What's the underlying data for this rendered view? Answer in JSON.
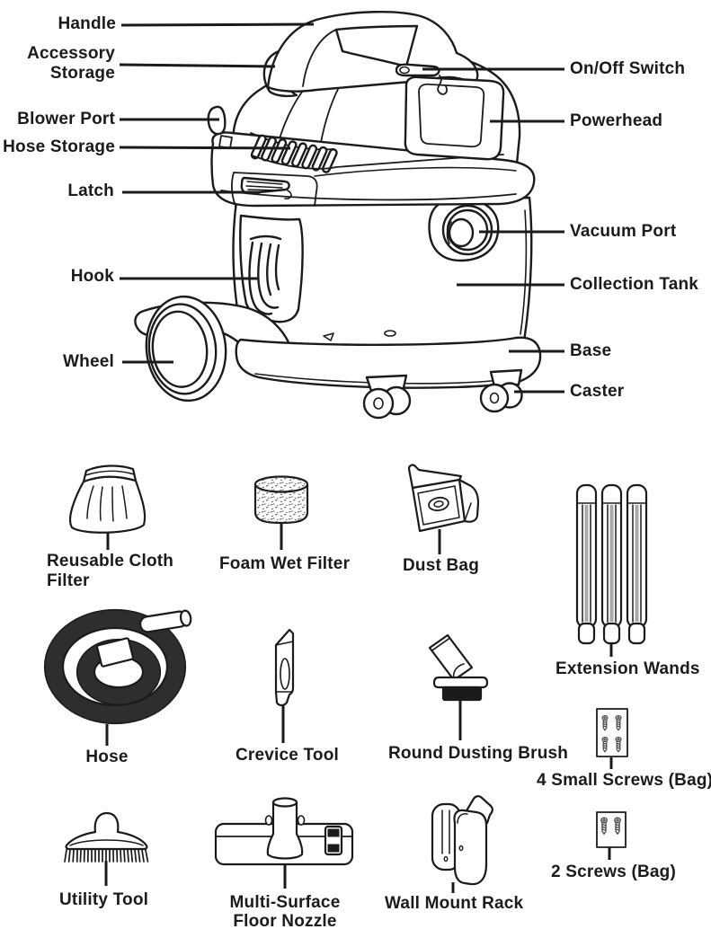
{
  "page": {
    "background": "#ffffff",
    "line_color": "#1b1b1b"
  },
  "vacuum_diagram": {
    "left_labels": [
      {
        "id": "handle",
        "text": "Handle"
      },
      {
        "id": "accessory-storage",
        "text": "Accessory Storage"
      },
      {
        "id": "blower-port",
        "text": "Blower Port"
      },
      {
        "id": "hose-storage",
        "text": "Hose Storage"
      },
      {
        "id": "latch",
        "text": "Latch"
      },
      {
        "id": "hook",
        "text": "Hook"
      },
      {
        "id": "wheel",
        "text": "Wheel"
      }
    ],
    "right_labels": [
      {
        "id": "on-off-switch",
        "text": "On/Off Switch"
      },
      {
        "id": "powerhead",
        "text": "Powerhead"
      },
      {
        "id": "vacuum-port",
        "text": "Vacuum Port"
      },
      {
        "id": "collection-tank",
        "text": "Collection Tank"
      },
      {
        "id": "base",
        "text": "Base"
      },
      {
        "id": "caster",
        "text": "Caster"
      }
    ]
  },
  "accessories": [
    {
      "id": "reusable-cloth-filter",
      "icon": "cloth-filter-icon",
      "name": "Reusable Cloth Filter"
    },
    {
      "id": "foam-wet-filter",
      "icon": "foam-filter-icon",
      "name": "Foam Wet Filter"
    },
    {
      "id": "dust-bag",
      "icon": "dust-bag-icon",
      "name": "Dust Bag"
    },
    {
      "id": "extension-wands",
      "icon": "extension-wands-icon",
      "name": "Extension Wands"
    },
    {
      "id": "hose",
      "icon": "hose-icon",
      "name": "Hose"
    },
    {
      "id": "crevice-tool",
      "icon": "crevice-tool-icon",
      "name": "Crevice Tool"
    },
    {
      "id": "round-dusting-brush",
      "icon": "dusting-brush-icon",
      "name": "Round Dusting Brush"
    },
    {
      "id": "small-screws-bag",
      "icon": "screws-icon",
      "name": "4 Small Screws (Bag)"
    },
    {
      "id": "utility-tool",
      "icon": "utility-tool-icon",
      "name": "Utility Tool"
    },
    {
      "id": "multi-surface-floor-nozzle",
      "icon": "floor-nozzle-icon",
      "name": "Multi-Surface Floor Nozzle"
    },
    {
      "id": "wall-mount-rack",
      "icon": "wall-mount-icon",
      "name": "Wall Mount Rack"
    },
    {
      "id": "screws-bag",
      "icon": "screws-icon",
      "name": "2 Screws (Bag)"
    }
  ]
}
